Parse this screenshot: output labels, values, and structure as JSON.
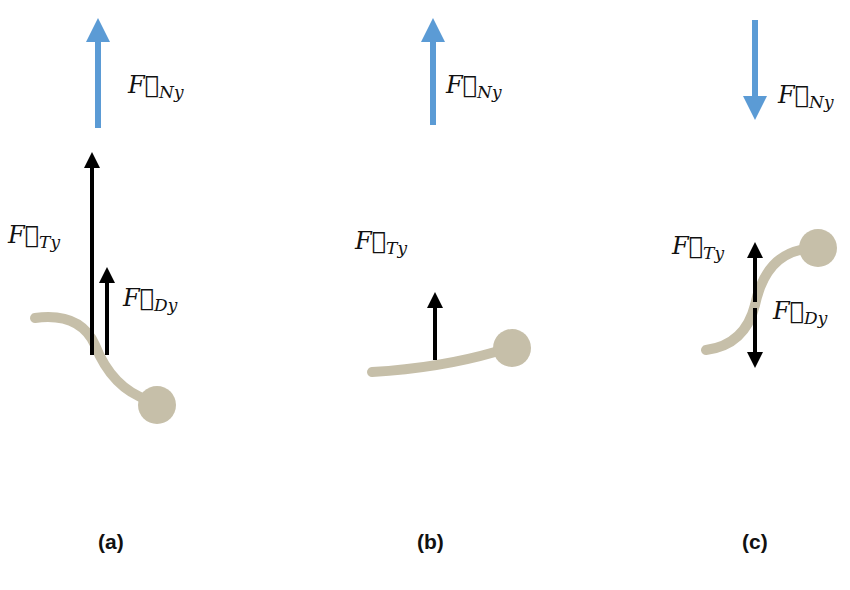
{
  "diagram": {
    "labels": [
      "F⃗Ny",
      "F⃗Ty",
      "F⃗Dy",
      "F⃗Ny",
      "F⃗Ty",
      "F⃗Ny",
      "F⃗Ty",
      "F⃗Dy",
      "(a)",
      "(b)",
      "(c)"
    ]
  }
}
